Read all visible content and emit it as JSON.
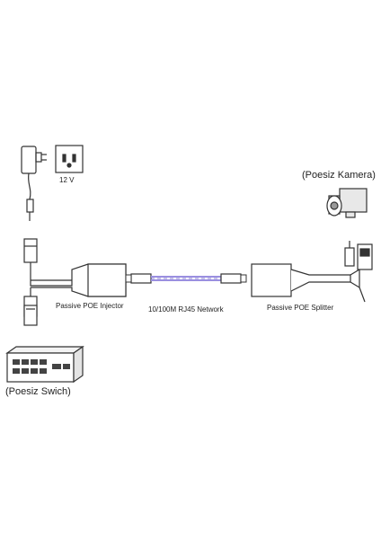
{
  "labels": {
    "voltage": "12 V",
    "camera": "(Poesiz Kamera)",
    "injector": "Passive POE Injector",
    "network": "10/100M RJ45 Network",
    "splitter": "Passive POE Splitter",
    "switch": "(Poesiz Swich)"
  },
  "colors": {
    "line": "#333333",
    "device_fill": "#ffffff",
    "cable_highlight": "#9a8fe0"
  }
}
